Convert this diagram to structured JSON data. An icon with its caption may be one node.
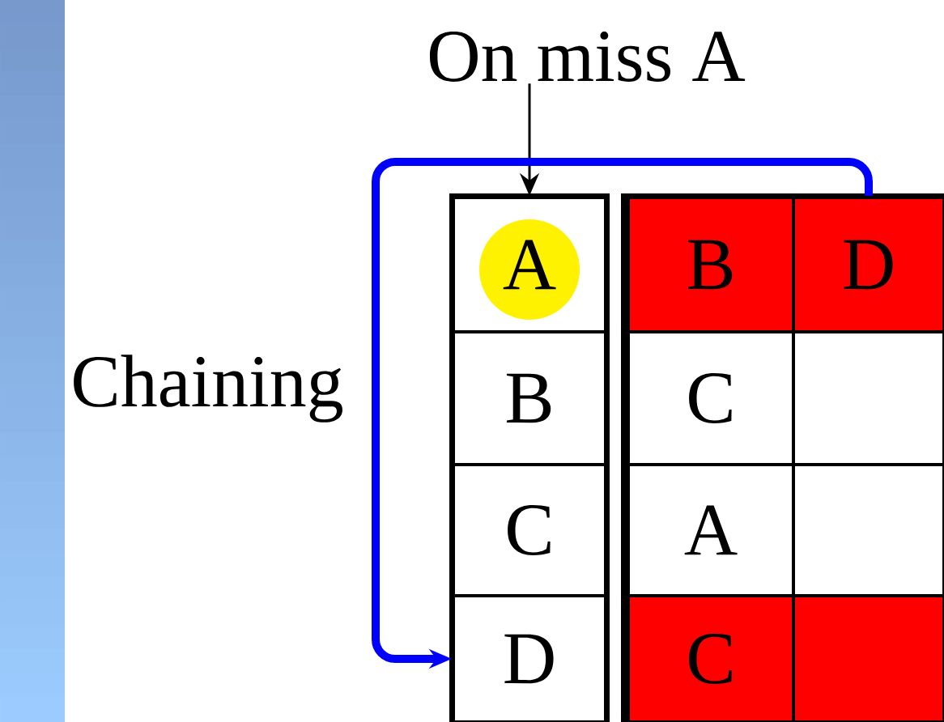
{
  "diagram": {
    "nodes": [
      {
        "text": [
          "On miss A"
        ]
      },
      {
        "text": [
          "A"
        ]
      },
      {
        "text": [
          "B"
        ]
      },
      {
        "text": [
          "D"
        ]
      },
      {
        "text": [
          "B"
        ]
      },
      {
        "text": [
          "C"
        ]
      },
      {
        "text": [],
        "shape": "box"
      },
      {
        "text": [
          "C"
        ]
      },
      {
        "text": [
          "A"
        ]
      },
      {
        "text": [],
        "shape": "box"
      },
      {
        "text": [
          "D"
        ]
      },
      {
        "text": [
          "C"
        ]
      },
      {
        "text": [],
        "shape": "box"
      }
    ],
    "edges": [
      {
        "from": 0,
        "to": 1,
        "arrow": "to"
      },
      {
        "from": 3,
        "to": 10,
        "arrow": "to",
        "style": "thick",
        "color": "#0000ff"
      }
    ],
    "labels": [
      "Chaining"
    ]
  }
}
